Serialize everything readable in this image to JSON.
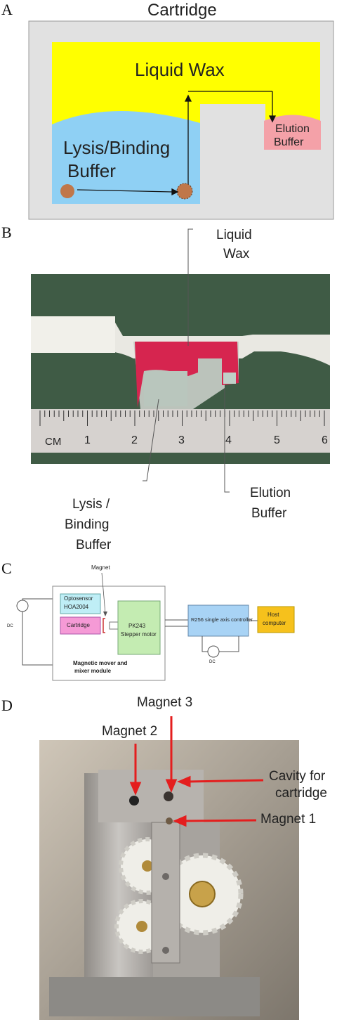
{
  "panelA": {
    "letter": "A",
    "title": "Cartridge",
    "liquid_wax": "Liquid Wax",
    "lysis_line1": "Lysis/Binding",
    "lysis_line2": "Buffer",
    "elution_line1": "Elution",
    "elution_line2": "Buffer",
    "colors": {
      "wax": "#ffff00",
      "lysis": "#8fd0f4",
      "elution": "#f4a1a8",
      "frame": "#e1e1e1",
      "bead": "#c0774a"
    }
  },
  "panelB": {
    "letter": "B",
    "liquid_wax_line1": "Liquid",
    "liquid_wax_line2": "Wax",
    "lysis_line1": "Lysis /",
    "lysis_line2": "Binding",
    "lysis_line3": "Buffer",
    "elution_line1": "Elution",
    "elution_line2": "Buffer",
    "ruler_unit": "CM",
    "ruler_numbers": [
      "1",
      "2",
      "3",
      "4",
      "5",
      "6"
    ],
    "colors": {
      "background": "#3f5b45",
      "ruler": "#d6d2cf",
      "dye": "#d6254f"
    }
  },
  "panelC": {
    "letter": "C",
    "magnet_label": "Magnet",
    "optosensor_line1": "Optosensor",
    "optosensor_line2": "HOA2004",
    "cartridge": "Cartridge",
    "motor_line1": "PK243",
    "motor_line2": "Stepper motor",
    "module_line1": "Magnetic mover and",
    "module_line2": "mixer module",
    "controller": "R256 single axis controller",
    "host_line1": "Host",
    "host_line2": "computer",
    "dc_left": "DC",
    "dc_right": "DC",
    "colors": {
      "optosensor": "#bfeef6",
      "cartridge": "#f59ad6",
      "motor": "#c4ecb2",
      "controller": "#a8d3f5",
      "host": "#f6c11c"
    }
  },
  "panelD": {
    "letter": "D",
    "magnet3": "Magnet 3",
    "magnet2": "Magnet 2",
    "cavity_line1": "Cavity for",
    "cavity_line2": "cartridge",
    "magnet1": "Magnet 1",
    "colors": {
      "arrow": "#e41e1e",
      "metal": "#b9b6b2",
      "gear": "#f3f3ee"
    }
  }
}
